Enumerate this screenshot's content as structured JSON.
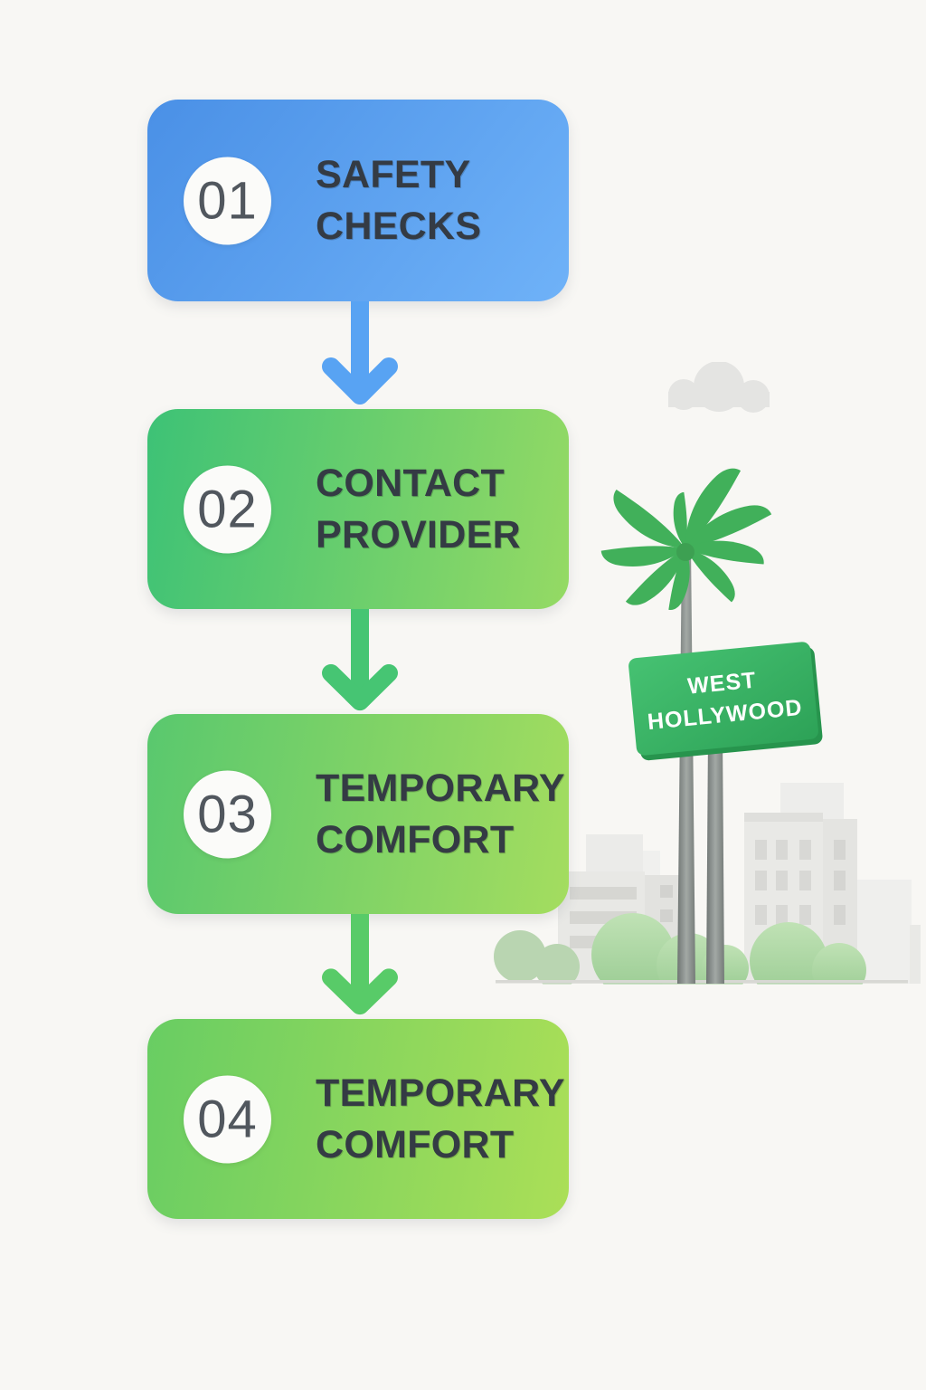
{
  "background_color": "#f8f7f4",
  "flow_direction": "vertical-top-to-bottom",
  "steps": [
    {
      "number": "01",
      "title_line1": "SAFETY",
      "title_line2": "CHECKS",
      "color_start": "#4a90e6",
      "color_end": "#6fb2f8"
    },
    {
      "number": "02",
      "title_line1": "CONTACT",
      "title_line2": "PROVIDER",
      "color_start": "#3dc276",
      "color_end": "#95da64"
    },
    {
      "number": "03",
      "title_line1": "TEMPORARY",
      "title_line2": "COMFORT",
      "color_start": "#59c86e",
      "color_end": "#a4dd5f"
    },
    {
      "number": "04",
      "title_line1": "TEMPORARY",
      "title_line2": "COMFORT",
      "color_start": "#68cd63",
      "color_end": "#abdf57"
    }
  ],
  "arrows": [
    {
      "color": "#58a3f3"
    },
    {
      "color": "#46c573"
    },
    {
      "color": "#58cb68"
    }
  ],
  "illustration": {
    "sign": {
      "line1": "WEST",
      "line2": "HOLLYWOOD",
      "face_color_start": "#46c272",
      "face_color_end": "#2da257",
      "edge_color": "#27944d",
      "text_color": "#ffffff"
    },
    "palm_color": "#41b05a",
    "trunk_color": "#868b89",
    "bush_color": "#a6d29d",
    "building_color": "#e8e8e5",
    "window_color": "#d6d6d2",
    "cloud_color": "#e4e4e2",
    "ground_line_color": "#d8d8d4"
  }
}
